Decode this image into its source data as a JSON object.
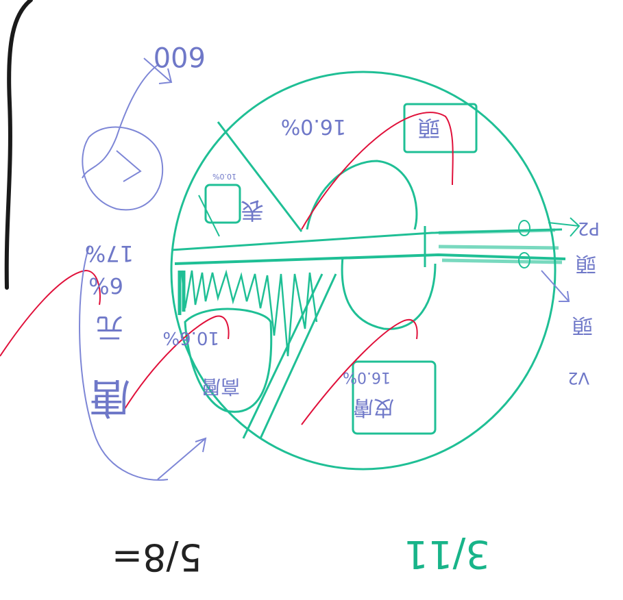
{
  "colors": {
    "teal": "#1fbf95",
    "blue": "#7d86d6",
    "red": "#e0103a",
    "black": "#1a1a1a"
  },
  "labels": {
    "top_left_number": "600",
    "top_box": "頭",
    "top_percent": "16.0%",
    "left_box_caption": "10.0%",
    "left_box_char": "表",
    "mid_percent": "10.6%",
    "mid_char": "高層",
    "lower_right_percent": "16.0%",
    "lower_right_char": "皮膚",
    "right_label_1": "P2",
    "right_label_2": "頭",
    "right_label_3": "頭",
    "right_label_4": "V2",
    "left_col_1": "17%",
    "left_col_2": "6%",
    "left_col_3": "元",
    "left_col_4": "唐",
    "bottom_left": "5/8=",
    "bottom_right": "3/11"
  }
}
